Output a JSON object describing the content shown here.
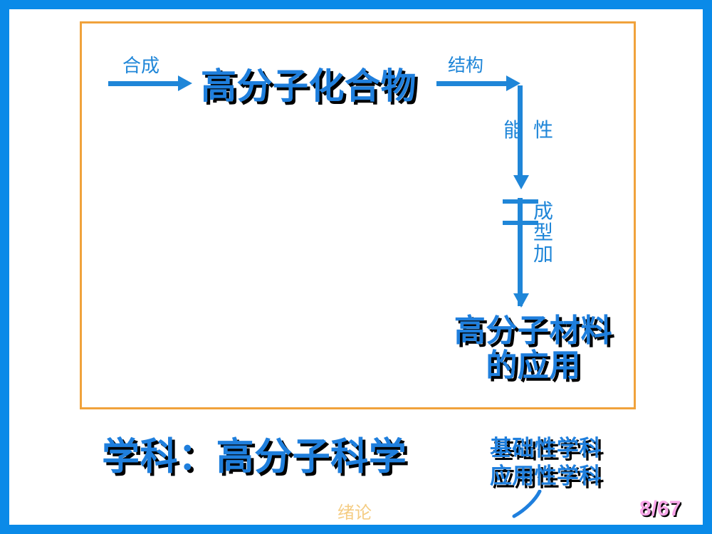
{
  "slide": {
    "page_number": "8/67",
    "footer_note": "绪论",
    "colors": {
      "frame_blue": "#0a8ae8",
      "box_orange": "#f0a23c",
      "text_blue": "#1f7fdd",
      "arrow_blue": "#1f86d8",
      "footer_tan": "#f5cd84",
      "page_number_pink": "#f7a6e8"
    }
  },
  "diagram": {
    "arrow_synthesis_label": "合成",
    "arrow_structure_label": "结构",
    "node_polymer_compound": "高分子化合物",
    "vertical_label_neng": "能",
    "vertical_label_xing": "性",
    "vertical_label_processing": "成\n型\n加",
    "node_application": "高分子材料\n的应用"
  },
  "bottom": {
    "discipline_title": "学科：高分子科学",
    "discipline_tags": "基础性学科\n应用性学科"
  }
}
